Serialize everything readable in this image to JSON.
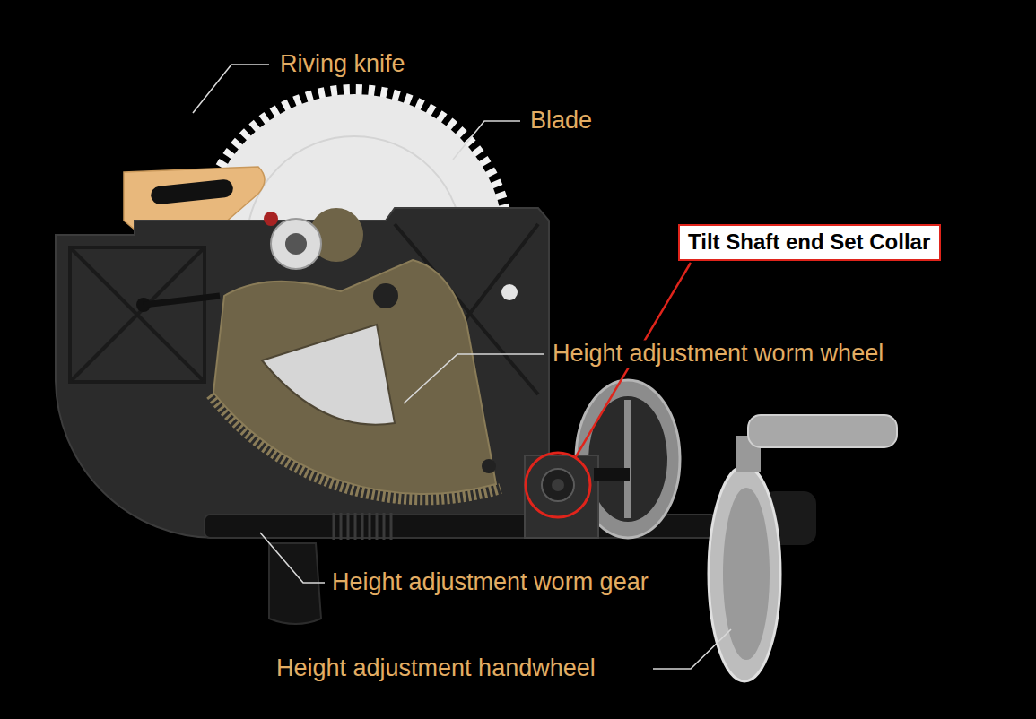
{
  "diagram": {
    "nodes": [
      {
        "text": [
          "Tilt Shaft end Set Collar"
        ]
      }
    ],
    "labels": [
      "Riving knife",
      "Blade",
      "Height adjustment worm wheel",
      "Height adjustment worm gear",
      "Height adjustment handwheel"
    ]
  }
}
